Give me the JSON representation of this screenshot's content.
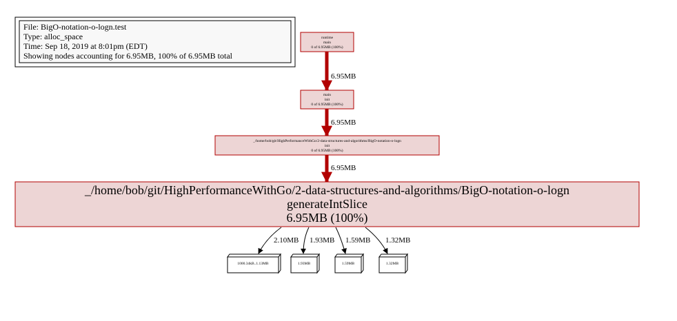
{
  "legend": {
    "lines": [
      "File: BigO-notation-o-logn.test",
      "Type: alloc_space",
      "Time: Sep 18, 2019 at 8:01pm (EDT)",
      "Showing nodes accounting for 6.95MB, 100% of 6.95MB total"
    ]
  },
  "nodes": {
    "runtime_main": {
      "lines": [
        "runtime",
        "main",
        "0 of 6.95MB (100%)"
      ]
    },
    "main_init": {
      "lines": [
        "main",
        "init",
        "0 of 6.95MB (100%)"
      ]
    },
    "pkg_init": {
      "lines": [
        "_/home/bob/git/HighPerformanceWithGo/2-data-structures-and-algorithms/BigO-notation-o-logn",
        "init",
        "0 of 6.95MB (100%)"
      ]
    },
    "generate": {
      "lines": [
        "_/home/bob/git/HighPerformanceWithGo/2-data-structures-and-algorithms/BigO-notation-o-logn",
        "generateIntSlice",
        "6.95MB (100%)"
      ]
    }
  },
  "edges": {
    "e1": "6.95MB",
    "e2": "6.95MB",
    "e3": "6.95MB",
    "b1": "2.10MB",
    "b2": "1.93MB",
    "b3": "1.59MB",
    "b4": "1.32MB"
  },
  "blocks": {
    "b1": "1000.34kB..1.13MB",
    "b2": "1.93MB",
    "b3": "1.59MB",
    "b4": "1.32MB"
  },
  "colors": {
    "node_fill": "#edd5d5",
    "node_stroke": "#b20000",
    "edge_main": "#b20000",
    "legend_bg": "#f8f8f8"
  }
}
